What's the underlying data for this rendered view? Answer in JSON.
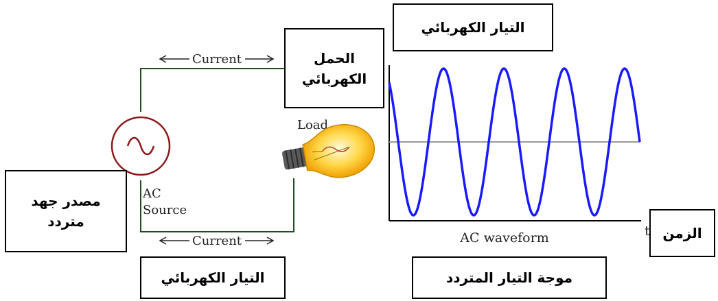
{
  "arabic_labels": {
    "load": [
      "الحمل",
      "الكهربائي"
    ],
    "current_top": "التيار الكهربائي",
    "source": [
      "مصدر جهد",
      "متردد"
    ],
    "current_bottom": "التيار الكهربائي",
    "waveform": "موجة التيار المتردد",
    "time": "الزمن"
  },
  "circuit": {
    "current_top": "Current",
    "current_bottom": "Current",
    "source_line1": "AC",
    "source_line2": "Source",
    "load": "Load"
  },
  "waveform": {
    "caption": "AC waveform",
    "axis_t": "t",
    "cycles": 4
  },
  "colors": {
    "wire": "#1f4d1f",
    "source": "#8b1a1a",
    "wave": "#1a1aff",
    "axis": "#000000",
    "midline": "#999999",
    "bulb_glow": "#ffe066",
    "bulb_body": "#f4b400",
    "bulb_base": "#555555"
  },
  "icons": {
    "source_symbol": "sine-wave-icon",
    "load_symbol": "light-bulb-icon",
    "arrow": "arrow-icon"
  }
}
